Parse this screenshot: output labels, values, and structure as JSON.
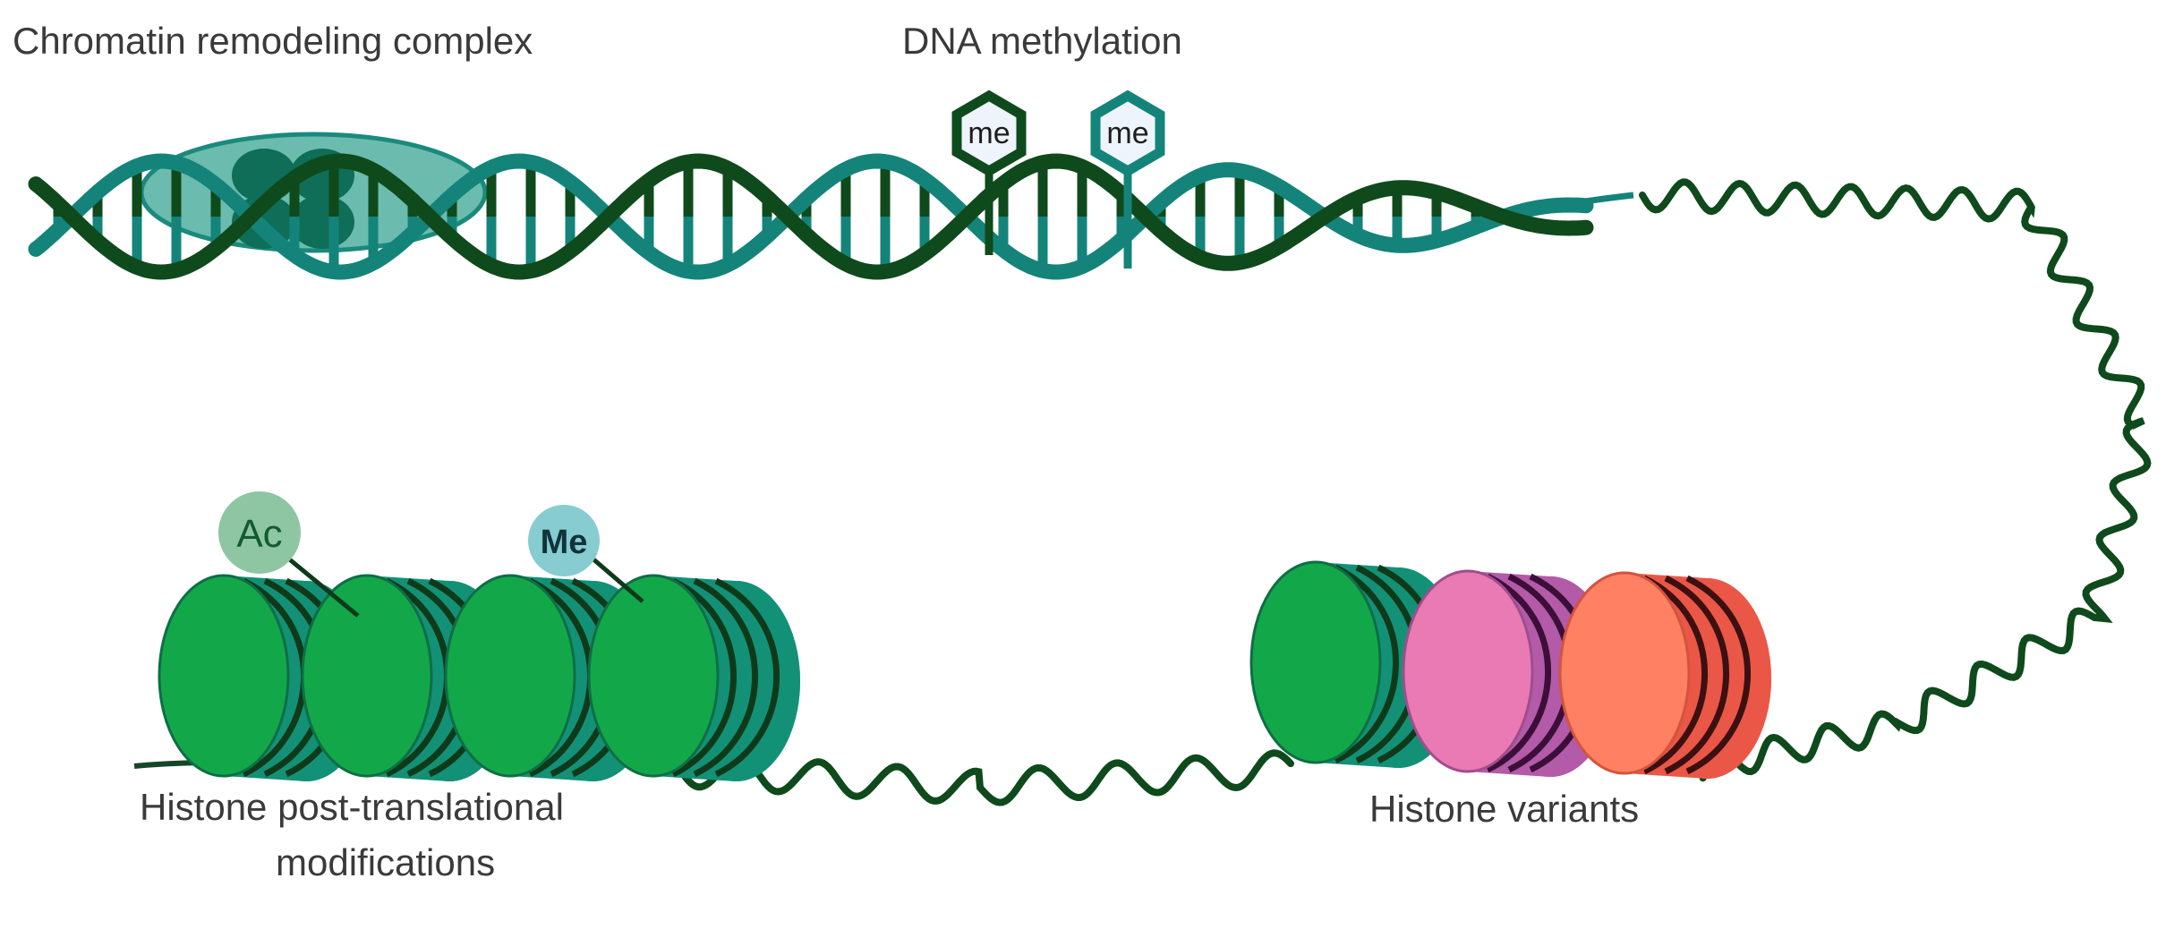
{
  "labels": {
    "chromatin_remodeling": "Chromatin remodeling complex",
    "dna_methylation": "DNA methylation",
    "histone_ptm_line1": "Histone post-translational",
    "histone_ptm_line2": "modifications",
    "histone_variants": "Histone variants"
  },
  "marks": {
    "methyl_1": "me",
    "methyl_2": "me",
    "acetyl": "Ac",
    "histone_methyl": "Me"
  },
  "colors": {
    "dark_strand": "#0f4a1c",
    "teal_strand": "#14847a",
    "remodeler_fill": "#6bbcae",
    "nucleosome_green": "#12a84a",
    "nucleosome_teal": "#139177",
    "variant_pink": "#e97ab4",
    "variant_purple": "#b35aa8",
    "variant_orange": "#ff8062",
    "variant_red": "#ea5747",
    "acetyl_circle": "#8ec6a3",
    "methyl_circle": "#86ccd0"
  }
}
